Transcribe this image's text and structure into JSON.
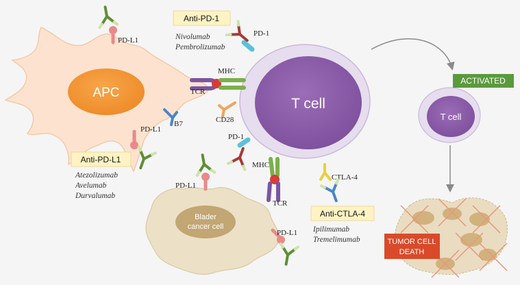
{
  "cells": {
    "apc": "APC",
    "tcell_main": "T cell",
    "tcell_small": "T cell",
    "cancer_line1": "Blader",
    "cancer_line2": "cancer cell"
  },
  "labels": {
    "pdl1_top": "PD-L1",
    "pdl1_apc_bottom": "PD-L1",
    "pd1_top": "PD-1",
    "pd1_mid": "PD-1",
    "mhc_top": "MHC",
    "mhc_bottom": "MHC",
    "tcr_top": "TCR",
    "tcr_bottom": "TCR",
    "cd28": "CD28",
    "b7": "B7",
    "ctla4": "CTLA-4",
    "pdl1_cancer_left": "PD-L1",
    "pdl1_cancer_right": "PD-L1"
  },
  "drugs": {
    "anti_pd1": {
      "title": "Anti-PD-1",
      "items": [
        "Nivolumab",
        "Pembrolizumab"
      ]
    },
    "anti_pdl1": {
      "title": "Anti-PD-L1",
      "items": [
        "Atezolizumab",
        "Avelumab",
        "Durvalumab"
      ]
    },
    "anti_ctla4": {
      "title": "Anti-CTLA-4",
      "items": [
        "Ipilimumab",
        "Tremelimumab"
      ]
    }
  },
  "status": {
    "activated": "ACTIVATED",
    "tumor_line1": "TUMOR CELL",
    "tumor_line2": "DEATH"
  },
  "colors": {
    "apc_membrane": "#fde3cf",
    "apc_nucleus": "#f39a3c",
    "tcell_membrane": "#e6ddee",
    "tcell_nucleus": "#8f63aa",
    "cancer_membrane": "#ece0c6",
    "cancer_nucleus": "#c2a673",
    "antibody": "#6d9a3a",
    "activated": "#5a9a3c",
    "tumor": "#d94a2a"
  }
}
